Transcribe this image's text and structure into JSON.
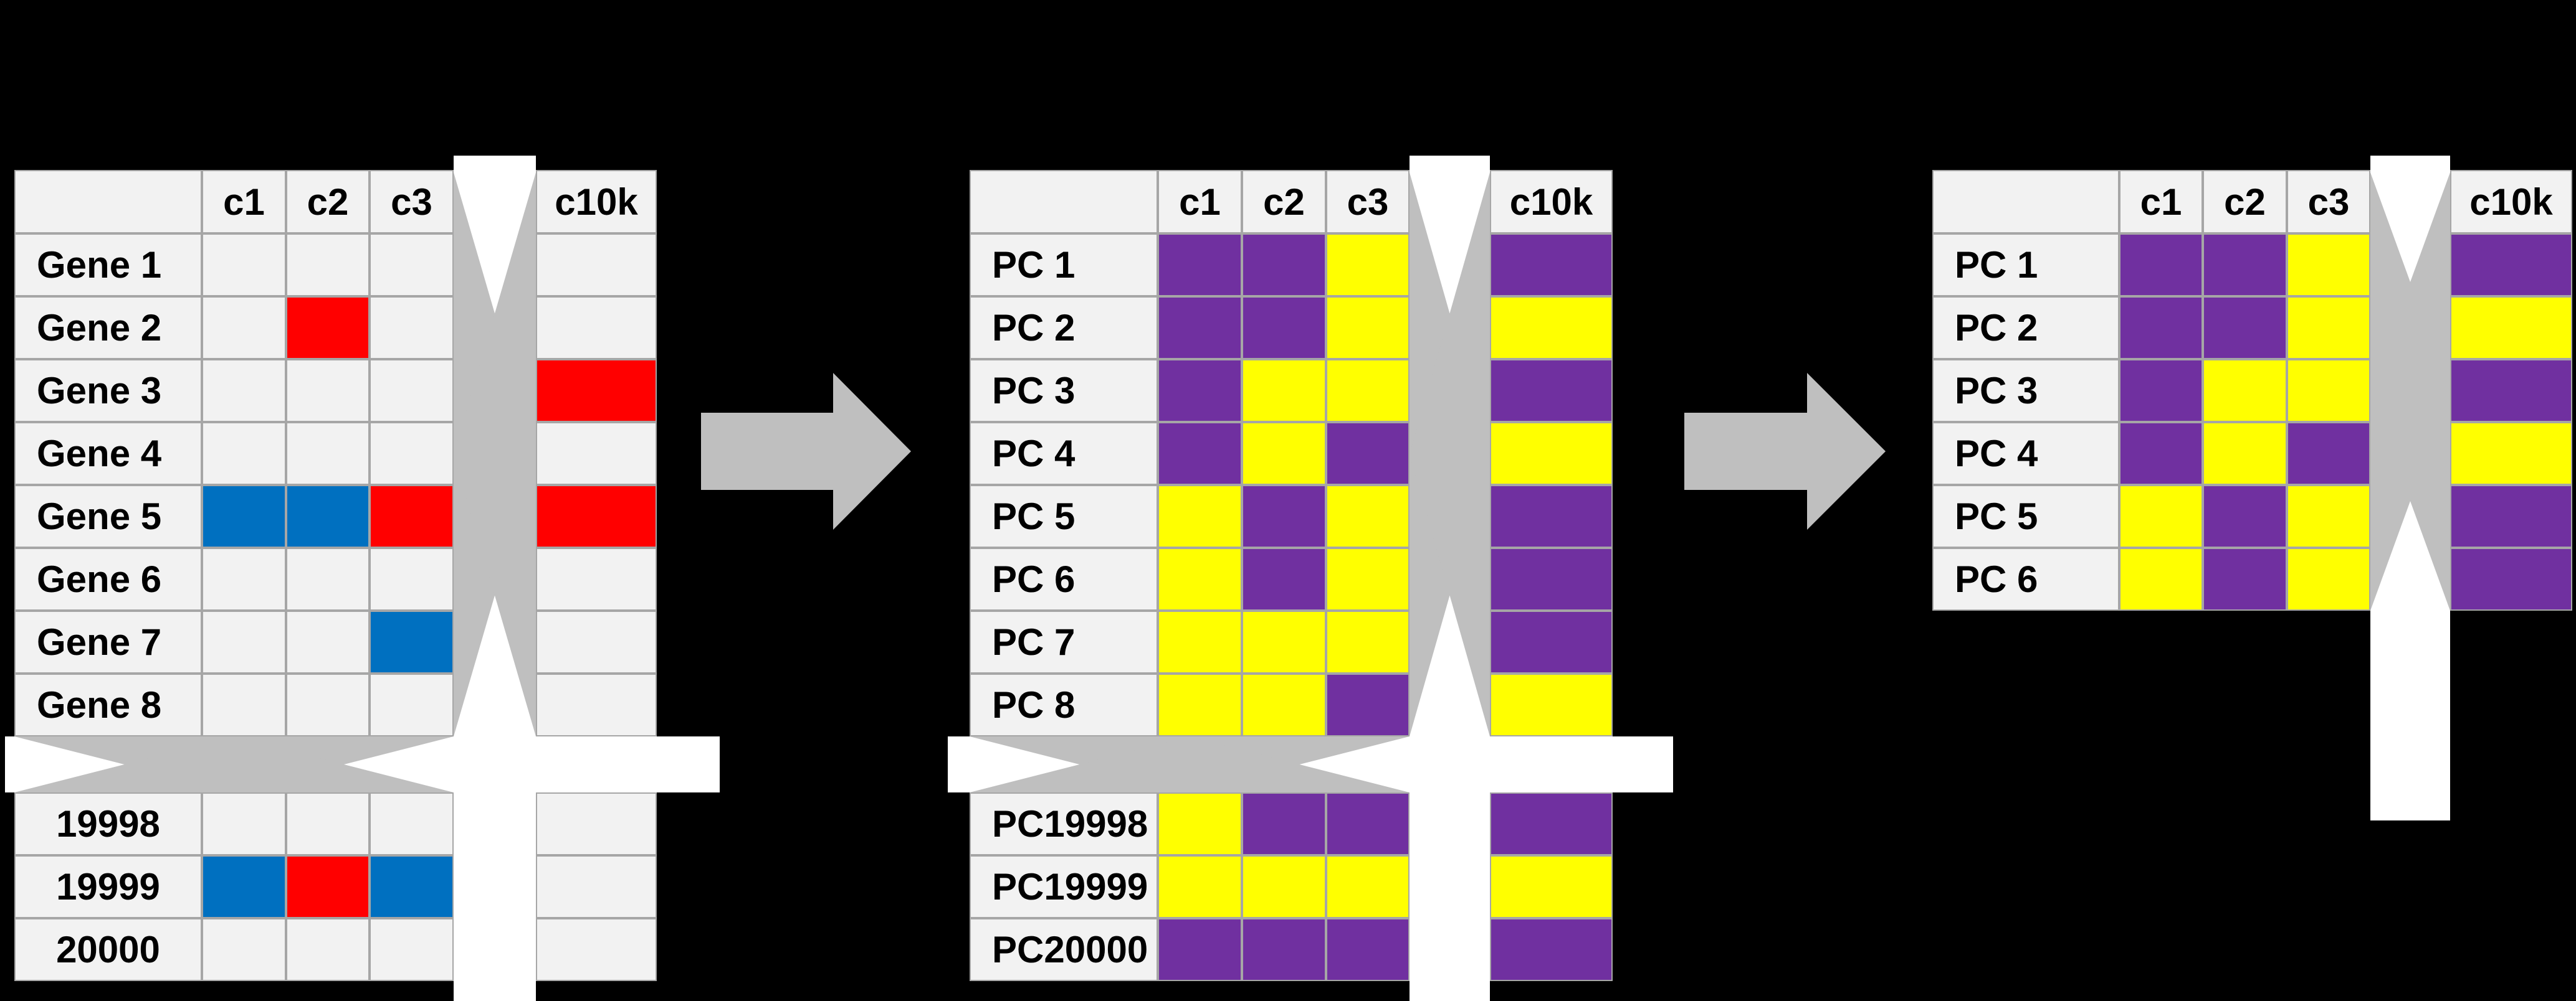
{
  "colors": {
    "background": "#000000",
    "cell_empty": "#F2F2F2",
    "grid_line": "#A6A6A6",
    "tear_gray": "#BFBFBF",
    "arrow_gray": "#BFBFBF",
    "band_white": "#FFFFFF",
    "red": "#FF0000",
    "blue": "#0070C0",
    "purple": "#7030A0",
    "yellow": "#FFFF00",
    "label_text": "#000000"
  },
  "tables": [
    {
      "name": "gene-expression-matrix",
      "columns": [
        "c1",
        "c2",
        "c3",
        "c10k"
      ],
      "corner_label": "",
      "rows": [
        {
          "label": "Gene 1",
          "cells": [
            "empty",
            "empty",
            "empty",
            "empty"
          ]
        },
        {
          "label": "Gene 2",
          "cells": [
            "empty",
            "red",
            "empty",
            "empty"
          ]
        },
        {
          "label": "Gene 3",
          "cells": [
            "empty",
            "empty",
            "empty",
            "red"
          ]
        },
        {
          "label": "Gene 4",
          "cells": [
            "empty",
            "empty",
            "empty",
            "empty"
          ]
        },
        {
          "label": "Gene 5",
          "cells": [
            "blue",
            "blue",
            "red",
            "red"
          ]
        },
        {
          "label": "Gene 6",
          "cells": [
            "empty",
            "empty",
            "empty",
            "empty"
          ]
        },
        {
          "label": "Gene 7",
          "cells": [
            "empty",
            "empty",
            "blue",
            "empty"
          ]
        },
        {
          "label": "Gene 8",
          "cells": [
            "empty",
            "empty",
            "empty",
            "empty"
          ]
        }
      ],
      "bottom_rows": [
        {
          "label": "19998",
          "cells": [
            "empty",
            "empty",
            "empty",
            "empty"
          ]
        },
        {
          "label": "19999",
          "cells": [
            "blue",
            "red",
            "blue",
            "empty"
          ]
        },
        {
          "label": "20000",
          "cells": [
            "empty",
            "empty",
            "empty",
            "empty"
          ]
        }
      ]
    },
    {
      "name": "pc-matrix-full",
      "columns": [
        "c1",
        "c2",
        "c3",
        "c10k"
      ],
      "corner_label": "",
      "rows": [
        {
          "label": "PC 1",
          "cells": [
            "purple",
            "purple",
            "yellow",
            "purple"
          ]
        },
        {
          "label": "PC 2",
          "cells": [
            "purple",
            "purple",
            "yellow",
            "yellow"
          ]
        },
        {
          "label": "PC 3",
          "cells": [
            "purple",
            "yellow",
            "yellow",
            "purple"
          ]
        },
        {
          "label": "PC 4",
          "cells": [
            "purple",
            "yellow",
            "purple",
            "yellow"
          ]
        },
        {
          "label": "PC 5",
          "cells": [
            "yellow",
            "purple",
            "yellow",
            "purple"
          ]
        },
        {
          "label": "PC 6",
          "cells": [
            "yellow",
            "purple",
            "yellow",
            "purple"
          ]
        },
        {
          "label": "PC 7",
          "cells": [
            "yellow",
            "yellow",
            "yellow",
            "purple"
          ]
        },
        {
          "label": "PC 8",
          "cells": [
            "yellow",
            "yellow",
            "purple",
            "yellow"
          ]
        }
      ],
      "bottom_rows": [
        {
          "label": "PC19998",
          "cells": [
            "yellow",
            "purple",
            "purple",
            "purple"
          ]
        },
        {
          "label": "PC19999",
          "cells": [
            "yellow",
            "yellow",
            "yellow",
            "yellow"
          ]
        },
        {
          "label": "PC20000",
          "cells": [
            "purple",
            "purple",
            "purple",
            "purple"
          ]
        }
      ]
    },
    {
      "name": "pc-matrix-truncated",
      "columns": [
        "c1",
        "c2",
        "c3",
        "c10k"
      ],
      "corner_label": "",
      "rows": [
        {
          "label": "PC 1",
          "cells": [
            "purple",
            "purple",
            "yellow",
            "purple"
          ]
        },
        {
          "label": "PC 2",
          "cells": [
            "purple",
            "purple",
            "yellow",
            "yellow"
          ]
        },
        {
          "label": "PC 3",
          "cells": [
            "purple",
            "yellow",
            "yellow",
            "purple"
          ]
        },
        {
          "label": "PC 4",
          "cells": [
            "purple",
            "yellow",
            "purple",
            "yellow"
          ]
        },
        {
          "label": "PC 5",
          "cells": [
            "yellow",
            "purple",
            "yellow",
            "purple"
          ]
        },
        {
          "label": "PC 6",
          "cells": [
            "yellow",
            "purple",
            "yellow",
            "purple"
          ]
        }
      ],
      "bottom_rows": []
    }
  ],
  "arrows": [
    {
      "name": "transform-arrow-1",
      "direction": "right"
    },
    {
      "name": "transform-arrow-2",
      "direction": "right"
    }
  ]
}
